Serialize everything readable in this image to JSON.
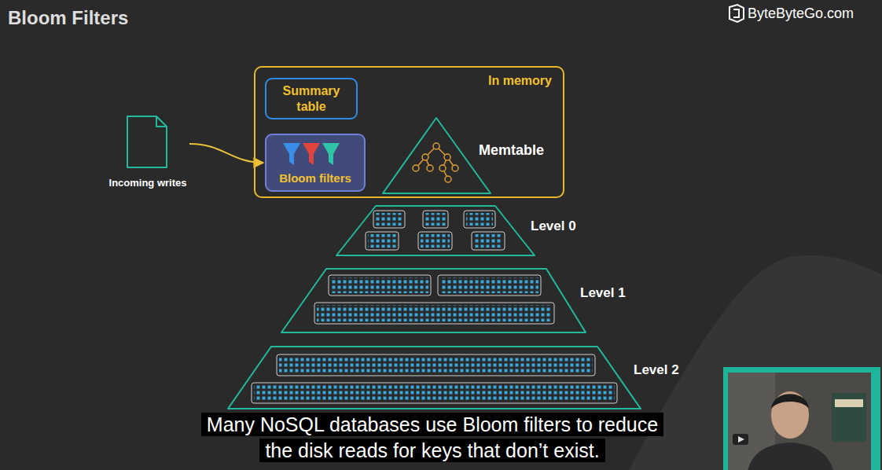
{
  "diagram": {
    "title": "Bloom Filters",
    "caption": "Many NoSQL databases use Bloom filters to reduce the disk reads for keys that don’t exist.",
    "nodes": [
      {
        "text": [
          "Incoming writes"
        ]
      },
      {
        "text": [
          "In memory"
        ]
      },
      {
        "text": [
          "Summary table"
        ],
        "in": 1
      },
      {
        "text": [
          "Bloom filters"
        ],
        "in": 1
      },
      {
        "text": [
          "Memtable"
        ],
        "in": 1
      },
      {
        "text": [
          "Level 0"
        ]
      },
      {
        "text": [
          "Level 1"
        ]
      },
      {
        "text": [
          "Level 2"
        ]
      }
    ],
    "edges": [
      {
        "from": 0,
        "to": 3,
        "arrow": "to"
      }
    ],
    "labels": [
      "ByteByteGo.com"
    ]
  }
}
